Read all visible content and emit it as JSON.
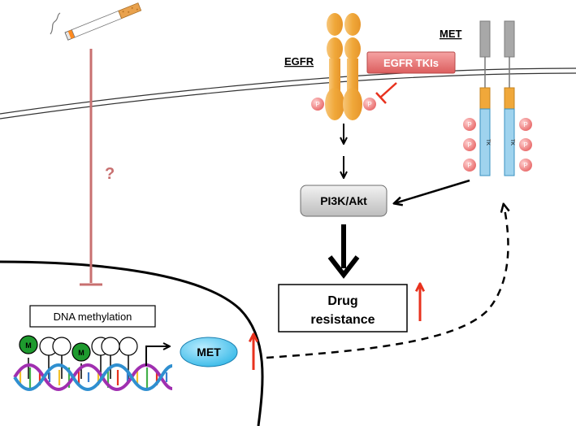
{
  "labels": {
    "egfr": "EGFR",
    "met_receptor": "MET",
    "egfr_tkis": "EGFR TKIs",
    "pi3k_akt": "PI3K/Akt",
    "drug_resistance_line1": "Drug",
    "drug_resistance_line2": "resistance",
    "dna_methylation": "DNA methylation",
    "met_gene": "MET",
    "question_mark": "?",
    "phospho": "P",
    "tk": "TK",
    "methyl": "M"
  },
  "colors": {
    "inhibition_line": "#c87070",
    "up_arrow": "#e8321e",
    "egfr_orange": "#f0a83a",
    "met_blue": "#9fd3ee",
    "tki_pink": "#e87878",
    "phospho_pink": "#ef8f8f",
    "methyl_green": "#1e9a2e",
    "met_gene_cyan": "#3fc3ee"
  }
}
